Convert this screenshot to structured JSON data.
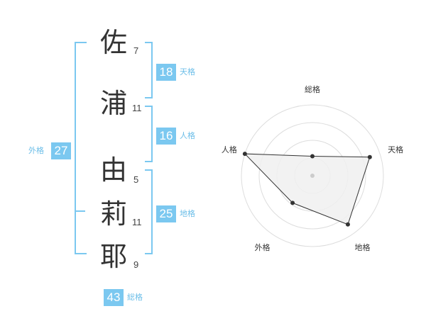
{
  "name": {
    "characters": [
      {
        "char": "佐",
        "strokes": "7"
      },
      {
        "char": "浦",
        "strokes": "11"
      },
      {
        "char": "由",
        "strokes": "5"
      },
      {
        "char": "莉",
        "strokes": "11"
      },
      {
        "char": "耶",
        "strokes": "9"
      }
    ]
  },
  "fortune": {
    "tenkaku": {
      "label": "天格",
      "value": "18"
    },
    "jinkaku": {
      "label": "人格",
      "value": "16"
    },
    "chikaku": {
      "label": "地格",
      "value": "25"
    },
    "gaikaku": {
      "label": "外格",
      "value": "27"
    },
    "soukaku": {
      "label": "総格",
      "value": "43"
    }
  },
  "colors": {
    "accent": "#7bc8f0",
    "bracket": "#7bc8f0",
    "text": "#333333",
    "radar_fill": "#f0f0f0",
    "radar_line": "#333333"
  },
  "chart_data": {
    "type": "radar",
    "axes": [
      "総格",
      "天格",
      "地格",
      "外格",
      "人格"
    ],
    "rings": 4,
    "range": [
      0,
      4
    ],
    "values": [
      1.1,
      3.4,
      3.4,
      1.9,
      4.0
    ]
  }
}
